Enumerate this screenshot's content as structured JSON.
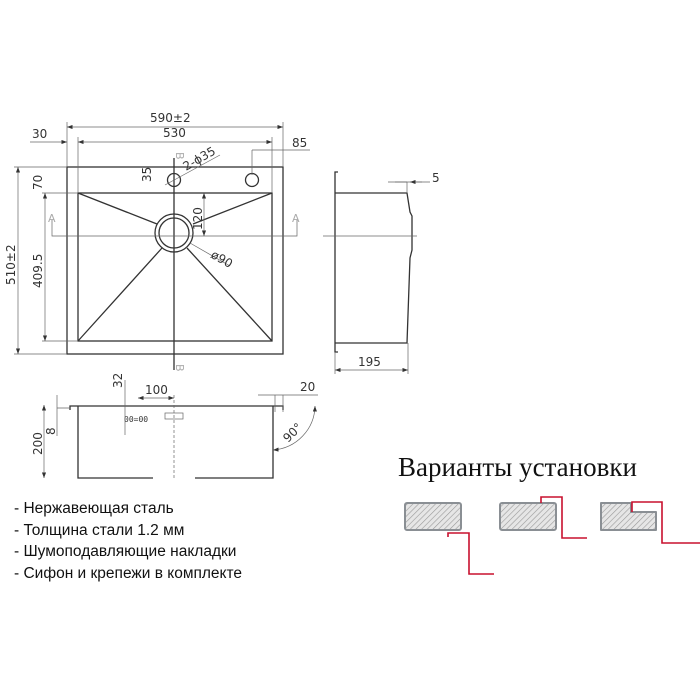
{
  "drawing": {
    "top_view": {
      "overall_width": "590±2",
      "bowl_width": "530",
      "side_margin": "30",
      "tap_offset": "85",
      "overall_depth": "510±2",
      "bowl_depth": "409.5",
      "top_margin": "70",
      "drain_offset": "120",
      "tap_holes": "2-ϕ35",
      "tap_hole_offset": "35",
      "drain_diameter": "ø90",
      "section_a": "A",
      "section_b": "B"
    },
    "side_view": {
      "taper": "5",
      "depth": "195"
    },
    "front_section": {
      "height": "200",
      "flange": "8",
      "overflow_offset": "32",
      "overflow_spacing": "100",
      "flange_width": "20",
      "angle": "90°"
    }
  },
  "features": [
    "- Нержавеющая сталь",
    "- Толщина стали 1.2 мм",
    "- Шумоподавляющие накладки",
    "- Сифон и крепежи в комплекте"
  ],
  "installation": {
    "title": "Варианты установки",
    "accent_color": "#c8102e",
    "countertop_color": "#8a8f94"
  }
}
